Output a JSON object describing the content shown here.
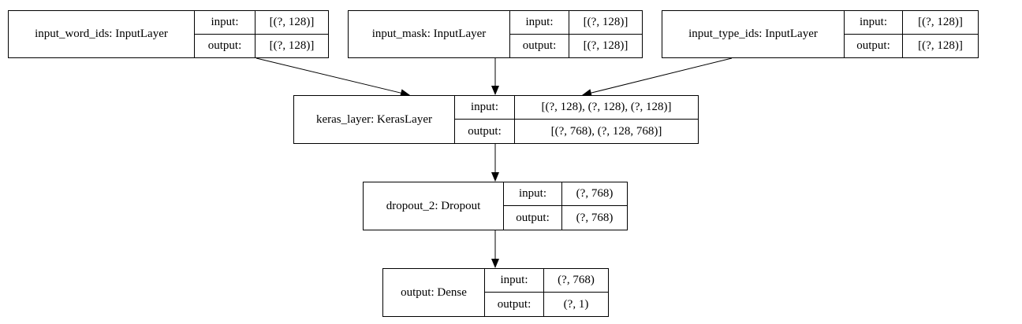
{
  "nodes": {
    "input_word_ids": {
      "name": "input_word_ids: InputLayer",
      "input_key": "input:",
      "input_value": "[(?, 128)]",
      "output_key": "output:",
      "output_value": "[(?, 128)]"
    },
    "input_mask": {
      "name": "input_mask: InputLayer",
      "input_key": "input:",
      "input_value": "[(?, 128)]",
      "output_key": "output:",
      "output_value": "[(?, 128)]"
    },
    "input_type_ids": {
      "name": "input_type_ids: InputLayer",
      "input_key": "input:",
      "input_value": "[(?, 128)]",
      "output_key": "output:",
      "output_value": "[(?, 128)]"
    },
    "keras_layer": {
      "name": "keras_layer: KerasLayer",
      "input_key": "input:",
      "input_value": "[(?, 128), (?, 128), (?, 128)]",
      "output_key": "output:",
      "output_value": "[(?, 768), (?, 128, 768)]"
    },
    "dropout_2": {
      "name": "dropout_2: Dropout",
      "input_key": "input:",
      "input_value": "(?, 768)",
      "output_key": "output:",
      "output_value": "(?, 768)"
    },
    "output": {
      "name": "output: Dense",
      "input_key": "input:",
      "input_value": "(?, 768)",
      "output_key": "output:",
      "output_value": "(?, 1)"
    }
  },
  "edges": [
    {
      "from": "input_word_ids",
      "to": "keras_layer"
    },
    {
      "from": "input_mask",
      "to": "keras_layer"
    },
    {
      "from": "input_type_ids",
      "to": "keras_layer"
    },
    {
      "from": "keras_layer",
      "to": "dropout_2"
    },
    {
      "from": "dropout_2",
      "to": "output"
    }
  ],
  "colors": {
    "line": "#000000",
    "background": "#ffffff"
  }
}
